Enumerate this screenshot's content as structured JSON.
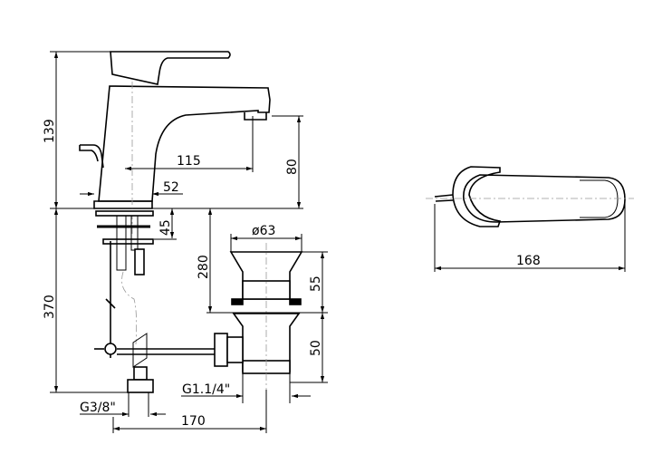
{
  "dimensions": {
    "height_total": "139",
    "spout_reach": "115",
    "spout_height": "80",
    "base_diameter": "52",
    "deck_thickness": "45",
    "depth_280": "280",
    "waste_diameter": "ø63",
    "waste_upper": "55",
    "waste_lower": "50",
    "below_deck": "370",
    "waste_thread": "G1.1/4\"",
    "supply_thread": "G3/8\"",
    "waste_offset": "170",
    "handle_length": "168"
  },
  "colors": {
    "line": "#000000",
    "background": "#ffffff"
  }
}
